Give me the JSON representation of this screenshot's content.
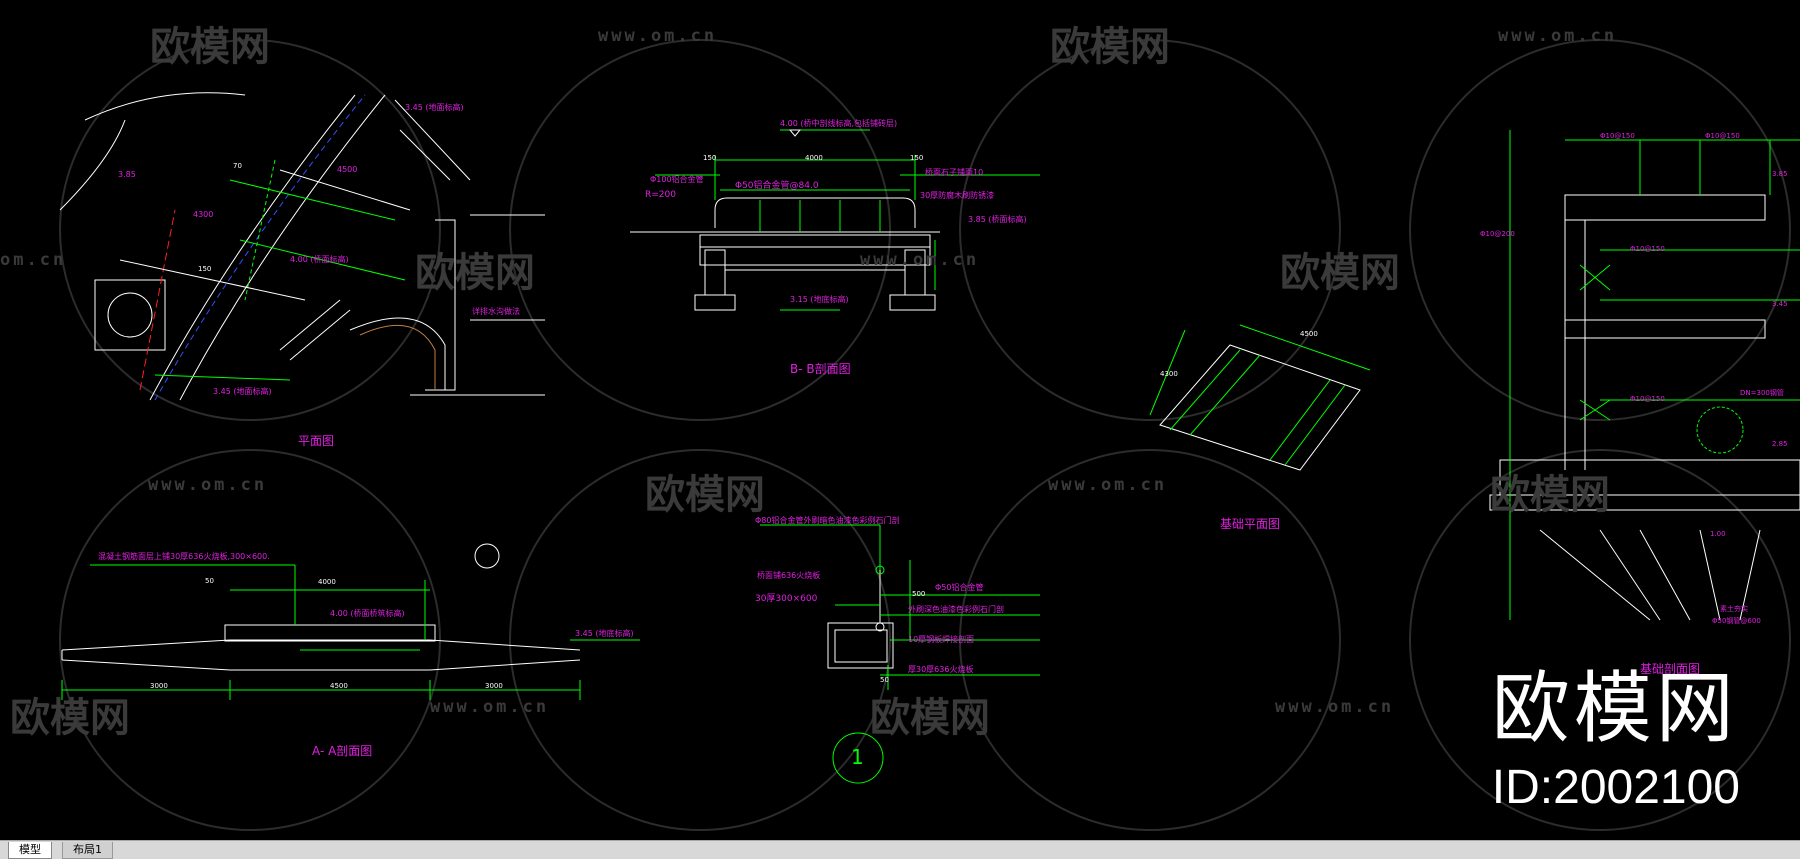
{
  "drawing": {
    "titles": {
      "plan": "平面图",
      "section_b": "B- B剖面图",
      "section_a": "A- A剖面图",
      "foundation_plan": "基础平面图",
      "foundation_section": "基础剖面图",
      "detail_no": "1"
    },
    "plan_labels": {
      "elev_345": "3.45 (地面标高)",
      "elev_385": "3.85",
      "dim_4500": "4500",
      "dim_4300": "4300",
      "elev_400": "4.00 (桥面标高)",
      "elev_345b": "3.45 (地面标高)",
      "note_ditch": "详排水沟做法",
      "dim_70": "70",
      "dim_150": "150"
    },
    "section_b_labels": {
      "top_note": "4.00 (桥中剖线标高,包括铺砖层)",
      "pipe1": "Φ100铝合金管",
      "r": "R=200",
      "pipe2": "Φ50铝合金管@84.0",
      "deck": "桥面石子铺面10",
      "deck2": "30厚防腐木刷防锈漆",
      "elev": "3.85 (桥面标高)",
      "ground": "3.15 (地底标高)",
      "dim_4000": "4000",
      "dim_150a": "150",
      "dim_150b": "150"
    },
    "section_a_labels": {
      "note": "混凝土钢筋面层上铺30厚636火烧板,300×600.",
      "dim_4000": "4000",
      "elev_400": "4.00 (桥面桥筑标高)",
      "elev_345": "3.45 (地底标高)",
      "dim_3000a": "3000",
      "dim_4500": "4500",
      "dim_3000b": "3000",
      "dim_50": "50"
    },
    "detail_labels": {
      "top": "Φ80铝合金管外刷暗色油漆色彩例石门剖",
      "slab": "桥面铺636火烧板",
      "slab2": "30厚300×600",
      "pipe": "Φ50铝合金管",
      "note1": "外刷深色油漆色彩例石门剖",
      "note2": "10厚钢板焊接剖面",
      "note3": "厚30厚636火烧板",
      "dim_500": "500",
      "dim_50": "50"
    },
    "foundation_labels": {
      "dim_4500": "4500",
      "dim_4300": "4300"
    },
    "foundation_section_labels": {
      "rebar1": "Φ10@150",
      "rebar2": "Φ10@150",
      "rebar3": "Φ10@200",
      "rebar4": "Φ10@150",
      "rebar5": "Φ10@150",
      "pipe": "DN=300钢管",
      "elev1": "3.85",
      "elev2": "3.45",
      "elev3": "2.85",
      "elev4": "1.00",
      "note": "素土夯实",
      "note2": "Φ50钢管@600"
    }
  },
  "watermarks": {
    "brand_cn": "欧模网",
    "url": "www.om.cn",
    "url_short": "om.cn"
  },
  "brand": {
    "name": "欧模网",
    "id": "ID:2002100"
  },
  "tabs": [
    {
      "label": "模型",
      "active": true
    },
    {
      "label": "布局1",
      "active": false
    }
  ],
  "colors": {
    "background": "#000000",
    "lines": "#00ff00",
    "text": "#e020e0",
    "white": "#ffffff",
    "watermark": "#3a3a3a"
  }
}
